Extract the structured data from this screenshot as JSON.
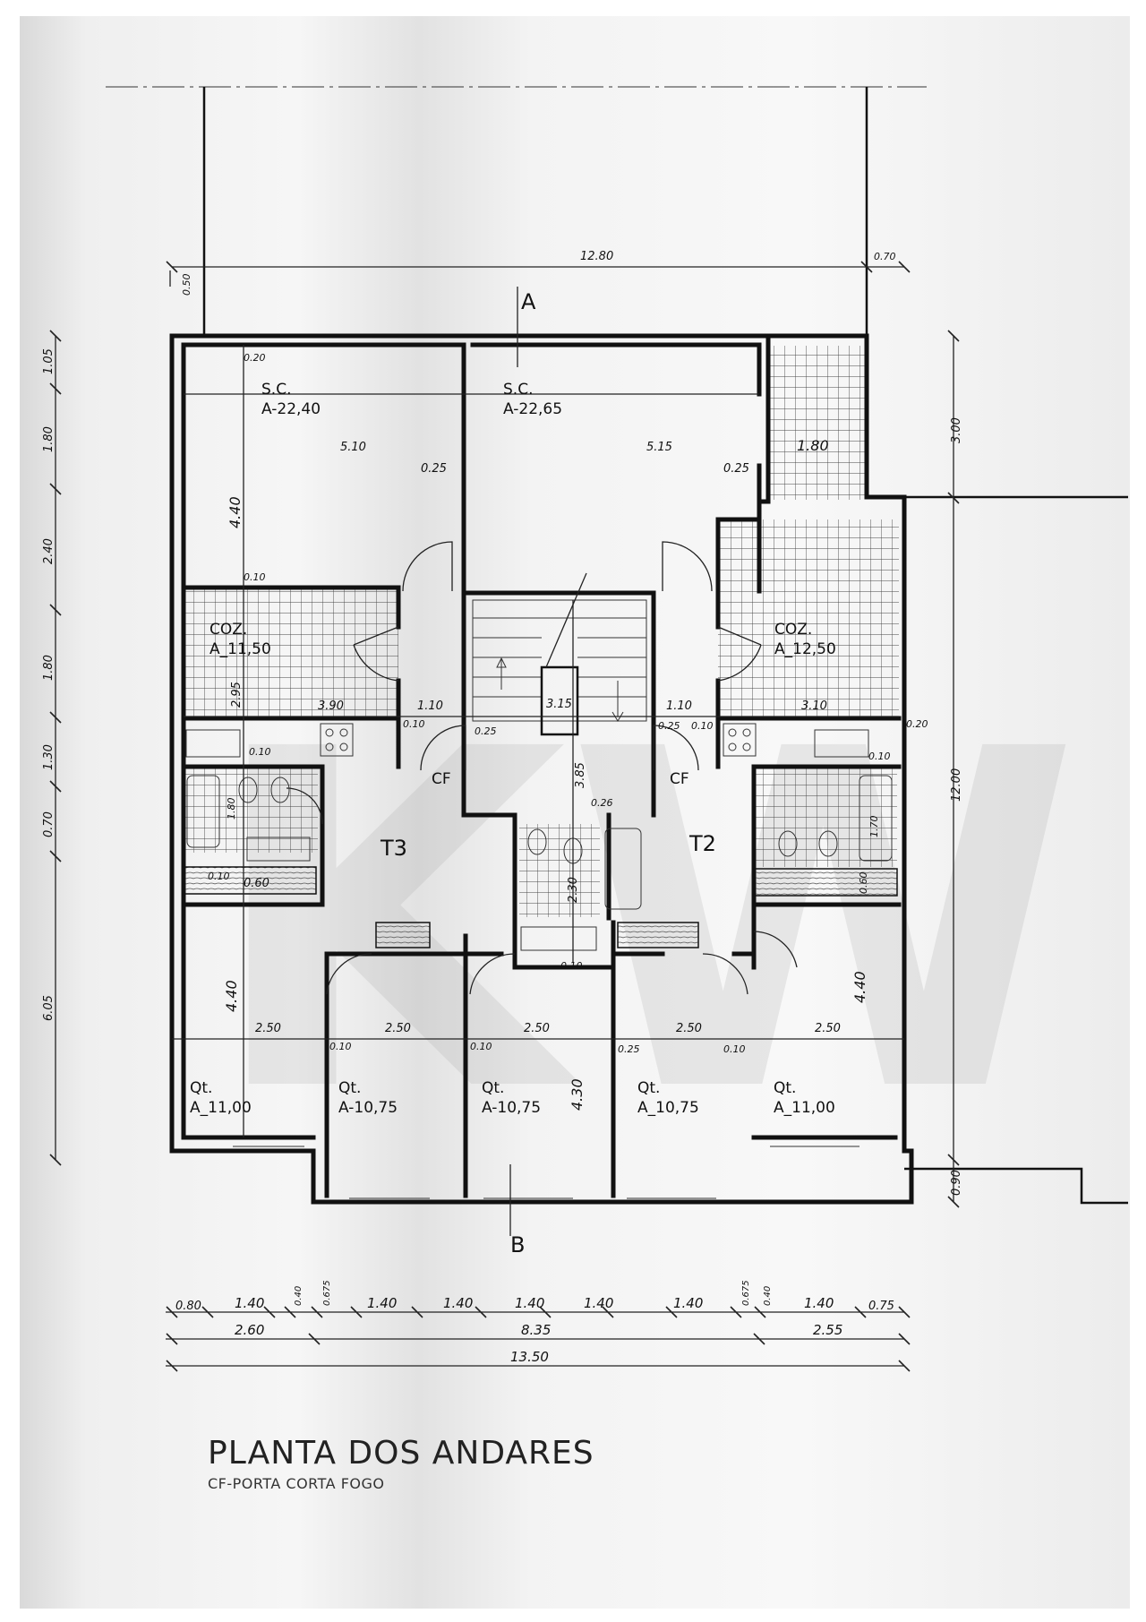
{
  "title": "PLANTA DOS ANDARES",
  "note": "CF-PORTA CORTA FOGO",
  "section_labels": [
    "A",
    "B"
  ],
  "watermark": "KW",
  "rooms": {
    "sc_left": {
      "name": "S.C.",
      "area": "A-22,40"
    },
    "sc_right": {
      "name": "S.C.",
      "area": "A-22,65"
    },
    "coz_left": {
      "name": "COZ.",
      "area": "A_11,50"
    },
    "coz_right": {
      "name": "COZ.",
      "area": "A_12,50"
    },
    "unit_left": "T3",
    "unit_right": "T2",
    "cf_left": "CF",
    "cf_right": "CF",
    "q1": {
      "name": "Qt.",
      "area": "A_11,00"
    },
    "q2": {
      "name": "Qt.",
      "area": "A-10,75"
    },
    "q3": {
      "name": "Qt.",
      "area": "A-10,75"
    },
    "q4": {
      "name": "Qt.",
      "area": "A_10,75"
    },
    "q5": {
      "name": "Qt.",
      "area": "A_11,00"
    }
  },
  "dimensions": {
    "top_width": "12.80",
    "top_right": "0.70",
    "top_left": "0.50",
    "sc_left_w": "5.10",
    "sc_right_w": "5.15",
    "balcony_w": "1.80",
    "sc_left_h": "4.40",
    "wall_025_l": "0.25",
    "wall_025_r": "0.25",
    "wall_020_top": "0.20",
    "wall_010_coz": "0.10",
    "coz_left_h": "2.95",
    "coz_left_w": "3.90",
    "coz_right_w": "3.10",
    "hall_l_w": "1.10",
    "hall_r_w": "1.10",
    "stair_w": "3.15",
    "stair_h": "3.85",
    "w_010_a": "0.10",
    "w_025_a": "0.25",
    "w_025_b": "0.25",
    "w_010_b": "0.10",
    "w_020_b": "0.20",
    "w_010_c": "0.10",
    "w_026": "0.26",
    "bath_l_h": "1.80",
    "bath_r_h": "1.70",
    "w_010_d": "0.10",
    "closet_060": "0.60",
    "w_060_r": "0.60",
    "w_010_r": "0.10",
    "bath_c_h": "2.30",
    "w_010_e": "0.10",
    "q_h_left": "4.40",
    "q_h_right": "4.40",
    "q_w1": "2.50",
    "q_w2": "2.50",
    "q_w3": "2.50",
    "q_w4": "2.50",
    "q_w5": "2.50",
    "w_010_q1": "0.10",
    "w_010_q2": "0.10",
    "w_025_q": "0.25",
    "w_010_q3": "0.10",
    "q_center_h": "4.30",
    "right_h_top": "3.00",
    "right_h_main": "12.00",
    "right_h_bot": "0.90",
    "left_v": [
      "1.05",
      "1.80",
      "2.40",
      "1.80",
      "1.30",
      "0.70",
      "6.05"
    ],
    "bottom_row1": [
      "0.80",
      "1.40",
      "0.40",
      "0.675",
      "1.40",
      "1.40",
      "1.40",
      "1.40",
      "1.40",
      "0.675",
      "0.40",
      "1.40",
      "0.75"
    ],
    "bottom_row2": [
      "2.60",
      "8.35",
      "2.55"
    ],
    "bottom_total": "13.50"
  }
}
